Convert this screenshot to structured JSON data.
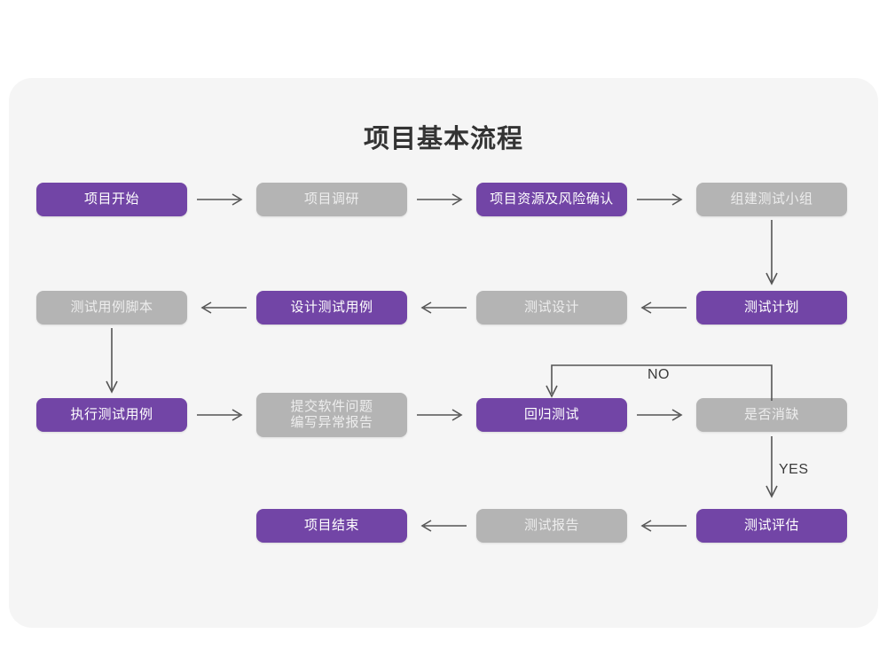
{
  "diagram": {
    "title": "项目基本流程",
    "colors": {
      "purple": "#7245a6",
      "gray": "#b4b4b4",
      "panel_bg": "#f5f5f5",
      "page_bg": "#ffffff",
      "arrow": "#555555",
      "title_text": "#333333"
    },
    "nodes": [
      {
        "id": "n1",
        "label": "项目开始",
        "style": "purple",
        "row": 1
      },
      {
        "id": "n2",
        "label": "项目调研",
        "style": "gray",
        "row": 1
      },
      {
        "id": "n3",
        "label": "项目资源及风险确认",
        "style": "purple",
        "row": 1
      },
      {
        "id": "n4",
        "label": "组建测试小组",
        "style": "gray",
        "row": 1
      },
      {
        "id": "n5",
        "label": "测试用例脚本",
        "style": "gray",
        "row": 2
      },
      {
        "id": "n6",
        "label": "设计测试用例",
        "style": "purple",
        "row": 2
      },
      {
        "id": "n7",
        "label": "测试设计",
        "style": "gray",
        "row": 2
      },
      {
        "id": "n8",
        "label": "测试计划",
        "style": "purple",
        "row": 2
      },
      {
        "id": "n9",
        "label": "执行测试用例",
        "style": "purple",
        "row": 3
      },
      {
        "id": "n10",
        "label": "提交软件问题\n编写异常报告",
        "style": "gray",
        "row": 3
      },
      {
        "id": "n11",
        "label": "回归测试",
        "style": "purple",
        "row": 3
      },
      {
        "id": "n12",
        "label": "是否消缺",
        "style": "gray",
        "row": 3
      },
      {
        "id": "n13",
        "label": "项目结束",
        "style": "purple",
        "row": 4
      },
      {
        "id": "n14",
        "label": "测试报告",
        "style": "gray",
        "row": 4
      },
      {
        "id": "n15",
        "label": "测试评估",
        "style": "purple",
        "row": 4
      }
    ],
    "edges": [
      {
        "from": "n1",
        "to": "n2",
        "label": "",
        "direction": "right"
      },
      {
        "from": "n2",
        "to": "n3",
        "label": "",
        "direction": "right"
      },
      {
        "from": "n3",
        "to": "n4",
        "label": "",
        "direction": "right"
      },
      {
        "from": "n4",
        "to": "n8",
        "label": "",
        "direction": "down"
      },
      {
        "from": "n8",
        "to": "n7",
        "label": "",
        "direction": "left"
      },
      {
        "from": "n7",
        "to": "n6",
        "label": "",
        "direction": "left"
      },
      {
        "from": "n6",
        "to": "n5",
        "label": "",
        "direction": "left"
      },
      {
        "from": "n5",
        "to": "n9",
        "label": "",
        "direction": "down"
      },
      {
        "from": "n9",
        "to": "n10",
        "label": "",
        "direction": "right"
      },
      {
        "from": "n10",
        "to": "n11",
        "label": "",
        "direction": "right"
      },
      {
        "from": "n11",
        "to": "n12",
        "label": "",
        "direction": "right"
      },
      {
        "from": "n12",
        "to": "n11",
        "label": "NO",
        "direction": "loop-up"
      },
      {
        "from": "n12",
        "to": "n15",
        "label": "YES",
        "direction": "down"
      },
      {
        "from": "n15",
        "to": "n14",
        "label": "",
        "direction": "left"
      },
      {
        "from": "n14",
        "to": "n13",
        "label": "",
        "direction": "left"
      }
    ],
    "edge_labels": {
      "no": "NO",
      "yes": "YES"
    }
  }
}
